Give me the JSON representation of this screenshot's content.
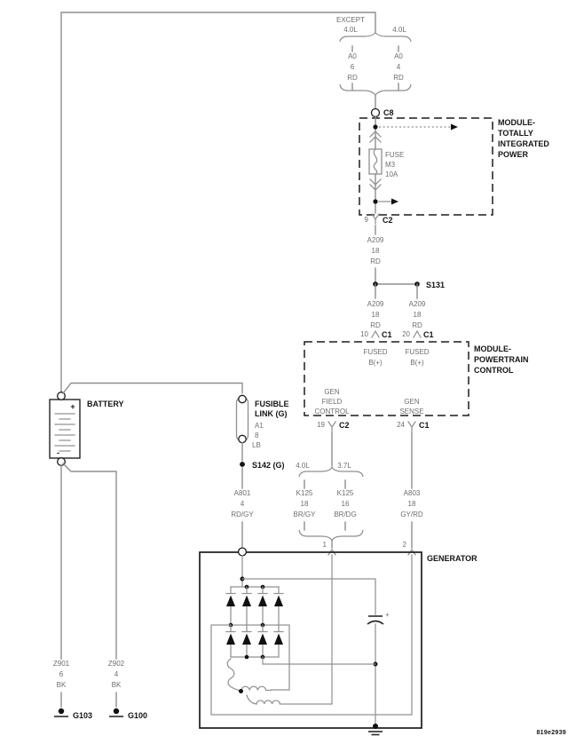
{
  "figure_id": "819e2939",
  "top": {
    "except": "EXCEPT",
    "left_engine": "4.0L",
    "right_engine": "4.0L",
    "left_wire": {
      "code": "A0",
      "gauge": "6",
      "color": "RD"
    },
    "right_wire": {
      "code": "A0",
      "gauge": "4",
      "color": "RD"
    },
    "connector": "C8"
  },
  "tipm": {
    "title1": "MODULE-",
    "title2": "TOTALLY",
    "title3": "INTEGRATED",
    "title4": "POWER",
    "fuse1": "FUSE",
    "fuse2": "M3",
    "fuse3": "10A",
    "exit_pin": "9",
    "exit_conn": "C2"
  },
  "a209": {
    "code": "A209",
    "gauge": "18",
    "color": "RD"
  },
  "s131": "S131",
  "pcm": {
    "title1": "MODULE-",
    "title2": "POWERTRAIN",
    "title3": "CONTROL",
    "pin10": "10",
    "pin29": "20",
    "conn_c1": "C1",
    "fused1": "FUSED",
    "fused2": "B(+)",
    "field1": "GEN",
    "field2": "FIELD",
    "field3": "CONTROL",
    "sense1": "GEN",
    "sense2": "SENSE",
    "pin19": "19",
    "conn_c2": "C2",
    "pin24": "24"
  },
  "battery": {
    "label": "BATTERY",
    "plus": "+",
    "minus": "-"
  },
  "fusible_link": {
    "name1": "FUSIBLE",
    "name2": "LINK (G)",
    "code": "A1",
    "gauge": "8",
    "color": "LB"
  },
  "s142": "S142 (G)",
  "a801": {
    "code": "A801",
    "gauge": "4",
    "color": "RD/GY"
  },
  "branch": {
    "left": "4.0L",
    "right": "3.7L",
    "left_wire": {
      "code": "K125",
      "gauge": "18",
      "color": "BR/GY"
    },
    "right_wire": {
      "code": "K125",
      "gauge": "16",
      "color": "BR/DG"
    }
  },
  "a803": {
    "code": "A803",
    "gauge": "18",
    "color": "GY/RD"
  },
  "generator": {
    "label": "GENERATOR",
    "pin1": "1",
    "pin2": "2",
    "cap": "+"
  },
  "grounds": {
    "left": {
      "code": "Z901",
      "gauge": "6",
      "color": "BK",
      "name": "G103"
    },
    "right": {
      "code": "Z902",
      "gauge": "4",
      "color": "BK",
      "name": "G100"
    }
  }
}
